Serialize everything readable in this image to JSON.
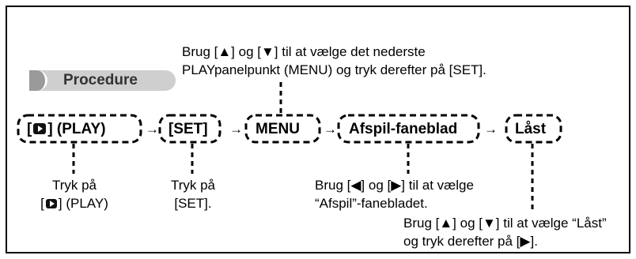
{
  "top_note": {
    "line1": "Brug [▲] og [▼] til at vælge det nederste",
    "line2": "PLAYpanelpunkt (MENU) og tryk derefter på [SET]."
  },
  "badge": {
    "label": "Procedure"
  },
  "steps": {
    "play_open": "[",
    "play_close": "] (PLAY)",
    "set": "[SET]",
    "menu": "MENU",
    "afspil": "Afspil-faneblad",
    "last": "Låst"
  },
  "arrow": "→",
  "notes": {
    "play": {
      "line1": "Tryk på",
      "line2_open": "[",
      "line2_close": "] (PLAY)"
    },
    "set": {
      "line1": "Tryk på",
      "line2": "[SET]."
    },
    "afspil": {
      "line1": "Brug [◀] og [▶] til at vælge",
      "line2": "“Afspil”-fanebladet."
    },
    "last": {
      "line1": "Brug [▲] og [▼] til at vælge “Låst”",
      "line2": "og tryk derefter på [▶]."
    }
  },
  "icons": {
    "play": "play-mode-icon"
  }
}
